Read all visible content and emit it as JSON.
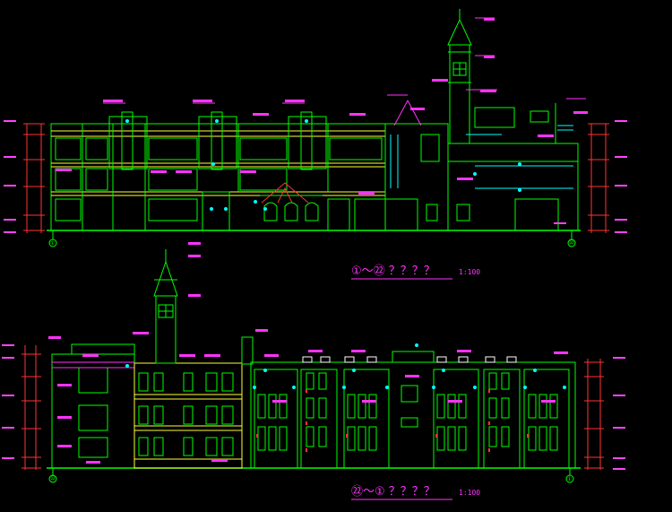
{
  "drawing": {
    "background": "#000000",
    "colors": {
      "outline": "#00ff00",
      "yellow": "#ffff33",
      "cyan": "#00ffff",
      "magenta": "#ff33ff",
      "red": "#ff3333",
      "white": "#ffffff"
    }
  },
  "elevation_top": {
    "title": "①～㉒ ？？？？",
    "scale": "1:100",
    "grid_left": "①",
    "grid_right": "㉒"
  },
  "elevation_bottom": {
    "title": "㉒～① ？？？？",
    "scale": "1:100",
    "grid_left": "㉒",
    "grid_right": "①"
  }
}
